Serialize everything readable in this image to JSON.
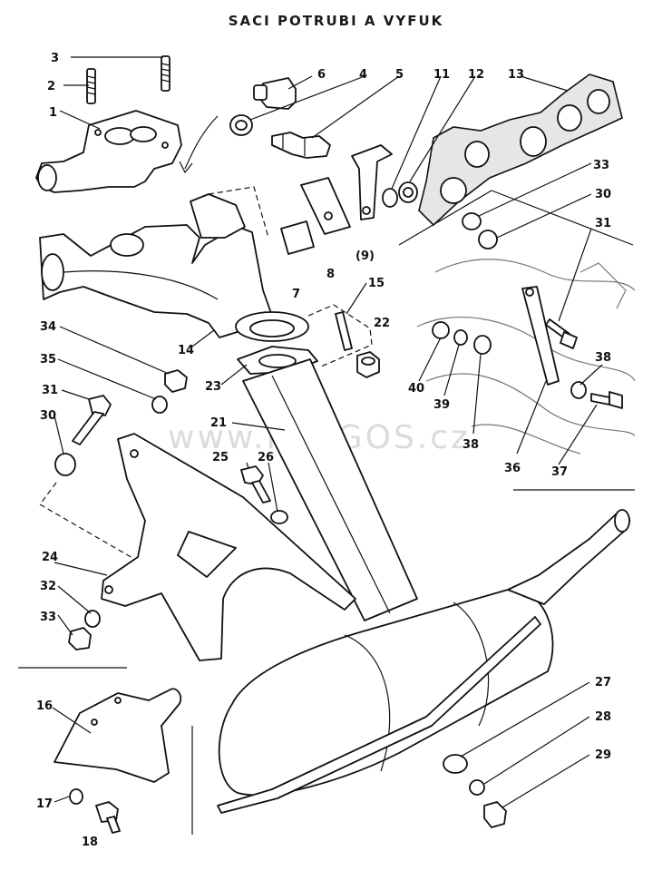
{
  "title": "SACI POTRUBI A VYFUK",
  "watermark": "www.PRAGOS.cz",
  "labels": {
    "l1": "1",
    "l2": "2",
    "l3": "3",
    "l4": "4",
    "l5": "5",
    "l6": "6",
    "l7": "7",
    "l8": "8",
    "l9": "(9)",
    "l11": "11",
    "l12": "12",
    "l13": "13",
    "l14": "14",
    "l15": "15",
    "l16": "16",
    "l17": "17",
    "l18": "18",
    "l21": "21",
    "l22": "22",
    "l23": "23",
    "l24": "24",
    "l25": "25",
    "l26": "26",
    "l27": "27",
    "l28": "28",
    "l29": "29",
    "l30a": "30",
    "l30b": "30",
    "l31a": "31",
    "l31b": "31",
    "l32": "32",
    "l33a": "33",
    "l33b": "33",
    "l34": "34",
    "l35": "35",
    "l36": "36",
    "l37": "37",
    "l38a": "38",
    "l38b": "38",
    "l39": "39",
    "l40": "40"
  }
}
